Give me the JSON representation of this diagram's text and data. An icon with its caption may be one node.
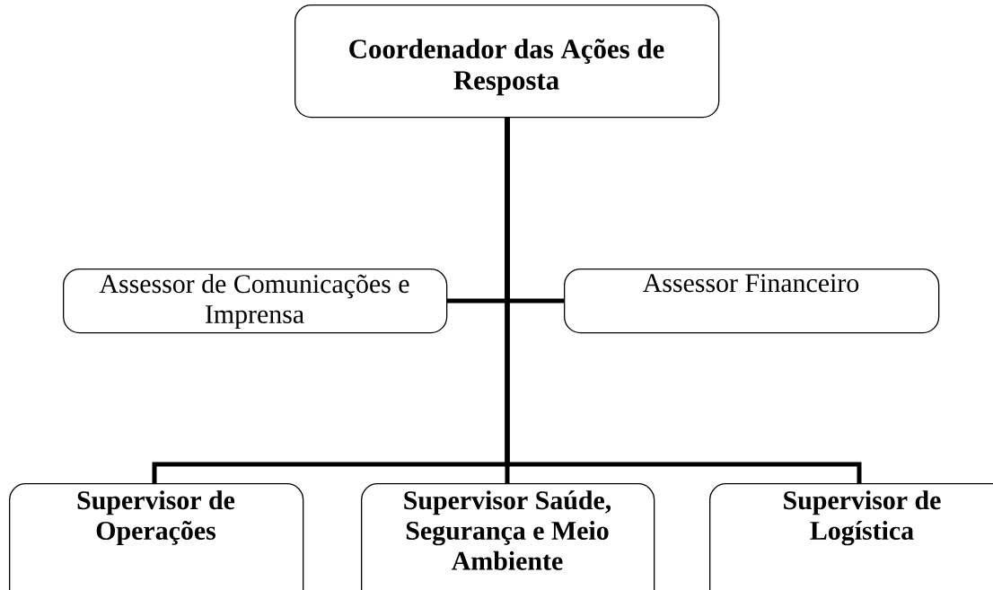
{
  "diagram": {
    "nodes": [
      {
        "text": [
          "Coordenador das Ações de Resposta"
        ]
      },
      {
        "text": [
          "Assessor de Comunicações e Imprensa"
        ]
      },
      {
        "text": [
          "Assessor Financeiro"
        ]
      },
      {
        "text": [
          "Supervisor de Operações"
        ]
      },
      {
        "text": [
          "Supervisor Saúde, Segurança e Meio Ambiente"
        ]
      },
      {
        "text": [
          "Supervisor de Logística"
        ]
      }
    ],
    "edges": [
      {
        "from": 0,
        "to": 1,
        "arrow": "none"
      },
      {
        "from": 0,
        "to": 2,
        "arrow": "none"
      },
      {
        "from": 0,
        "to": 3,
        "arrow": "none"
      },
      {
        "from": 0,
        "to": 4,
        "arrow": "none"
      },
      {
        "from": 0,
        "to": 5,
        "arrow": "none"
      }
    ]
  }
}
